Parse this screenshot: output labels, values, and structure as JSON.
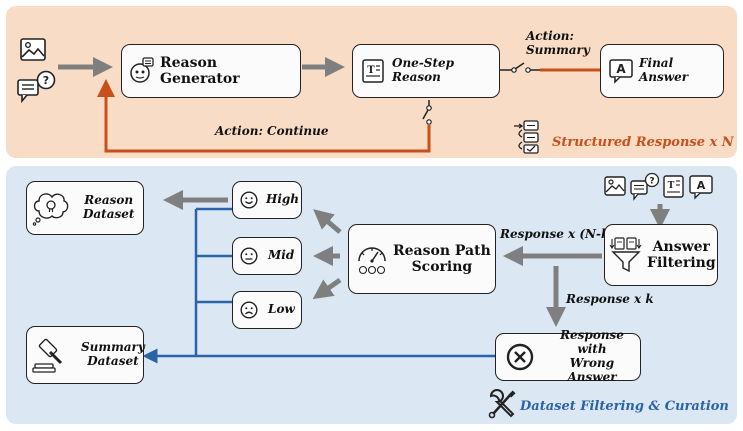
{
  "top": {
    "reason_generator": "Reason Generator",
    "one_step_reason": "One-Step Reason",
    "final_answer": "Final Answer",
    "action_summary_1": "Action:",
    "action_summary_2": "Summary",
    "action_continue": "Action: Continue",
    "caption": "Structured Response x N"
  },
  "bottom": {
    "reason_dataset_1": "Reason",
    "reason_dataset_2": "Dataset",
    "summary_dataset_1": "Summary",
    "summary_dataset_2": "Dataset",
    "high": "High",
    "mid": "Mid",
    "low": "Low",
    "scoring_1": "Reason Path",
    "scoring_2": "Scoring",
    "filtering_1": "Answer",
    "filtering_2": "Filtering",
    "response_nk": "Response x (N-k)",
    "response_k": "Response x k",
    "wrong_1": "Response with",
    "wrong_2": "Wrong Answer",
    "caption": "Dataset Filtering & Curation"
  },
  "colors": {
    "top_panel": "#f9dcc6",
    "bottom_panel": "#dbe7f3",
    "orange_line": "#c8511b",
    "blue_line": "#2a63a8",
    "gray_arrow": "#7f7f7f"
  }
}
